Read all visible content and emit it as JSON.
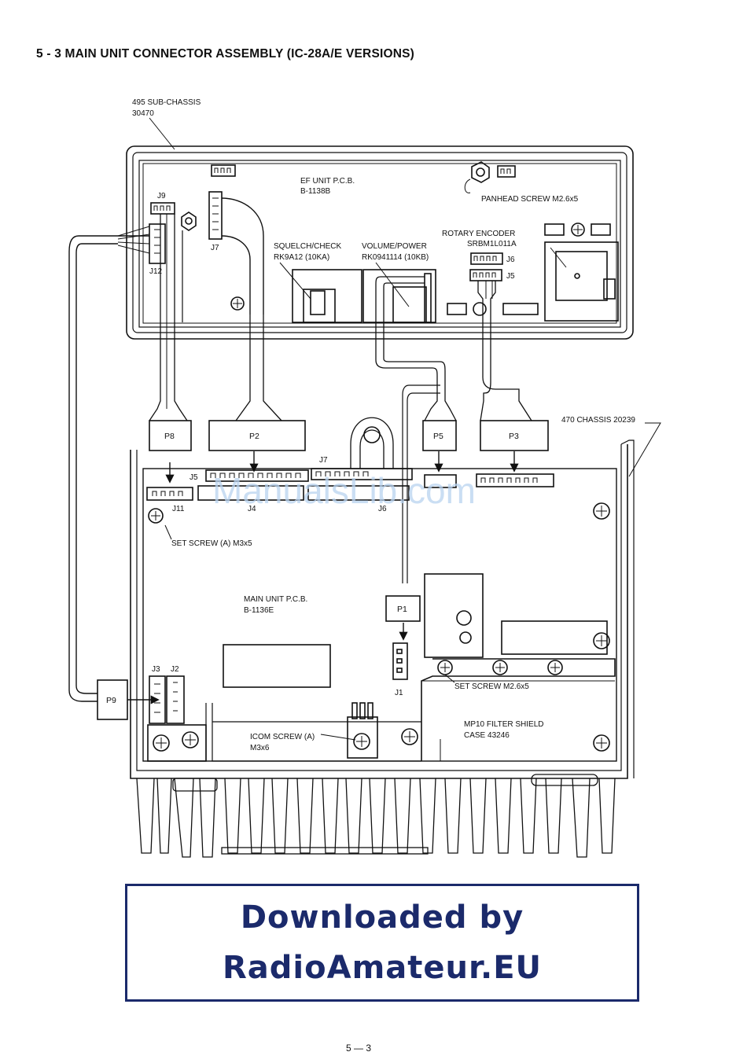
{
  "title": "5 - 3  MAIN UNIT CONNECTOR ASSEMBLY (IC-28A/E VERSIONS)",
  "labels": {
    "sub_chassis_1": "495 SUB-CHASSIS",
    "sub_chassis_2": "30470",
    "ef_unit_1": "EF UNIT P.C.B.",
    "ef_unit_2": "B-1138B",
    "panhead_screw": "PANHEAD SCREW M2.6x5",
    "rotary_encoder_1": "ROTARY ENCODER",
    "rotary_encoder_2": "SRBM1L011A",
    "squelch_1": "SQUELCH/CHECK",
    "squelch_2": "RK9A12 (10KA)",
    "volume_1": "VOLUME/POWER",
    "volume_2": "RK0941114 (10KB)",
    "chassis_470": "470 CHASSIS 20239",
    "set_screw_a": "SET SCREW (A) M3x5",
    "main_unit_1": "MAIN UNIT P.C.B.",
    "main_unit_2": "B-1136E",
    "set_screw_26": "SET SCREW M2.6x5",
    "icom_screw_1": "ICOM SCREW (A)",
    "icom_screw_2": "M3x6",
    "mp10_1": "MP10 FILTER SHIELD",
    "mp10_2": "CASE 43246"
  },
  "connectors": {
    "ef_j9": "J9",
    "ef_j12": "J12",
    "ef_j7": "J7",
    "ef_j6": "J6",
    "ef_j5": "J5",
    "p8": "P8",
    "p2": "P2",
    "p5": "P5",
    "p3": "P3",
    "p1": "P1",
    "p9": "P9",
    "m_j5": "J5",
    "m_j7": "J7",
    "m_j11": "J11",
    "m_j4": "J4",
    "m_j6": "J6",
    "m_j1": "J1",
    "m_j3": "J3",
    "m_j2": "J2"
  },
  "watermark": "ManualsLib.com",
  "banner": {
    "line1": "Downloaded by",
    "line2": "RadioAmateur.EU"
  },
  "page_number": "5 — 3",
  "colors": {
    "ink": "#111111",
    "banner_blue": "#1b2a6b",
    "watermark": "#b9d3f0"
  }
}
